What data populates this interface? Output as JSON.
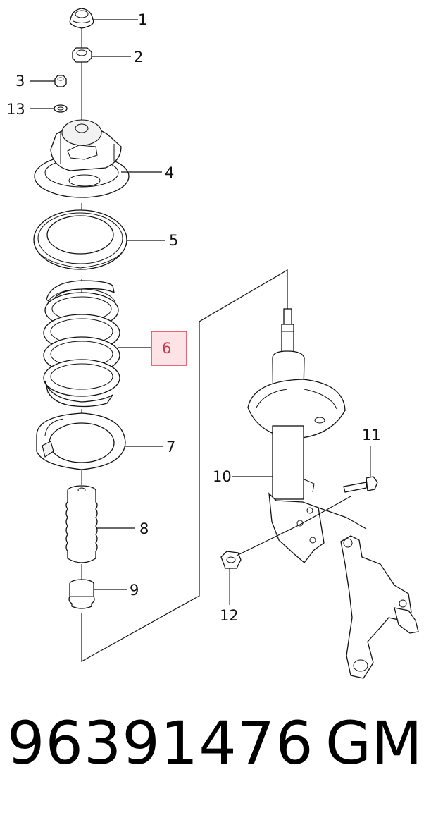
{
  "callouts": [
    "1",
    "2",
    "3",
    "13",
    "4",
    "5",
    "6",
    "7",
    "10",
    "11",
    "8",
    "9",
    "12"
  ],
  "highlighted_callout": "6",
  "highlight_color": "#e04a5a",
  "highlight_fill": "#fde3e6",
  "footer": {
    "part_number": "96391476",
    "brand": "GM"
  }
}
